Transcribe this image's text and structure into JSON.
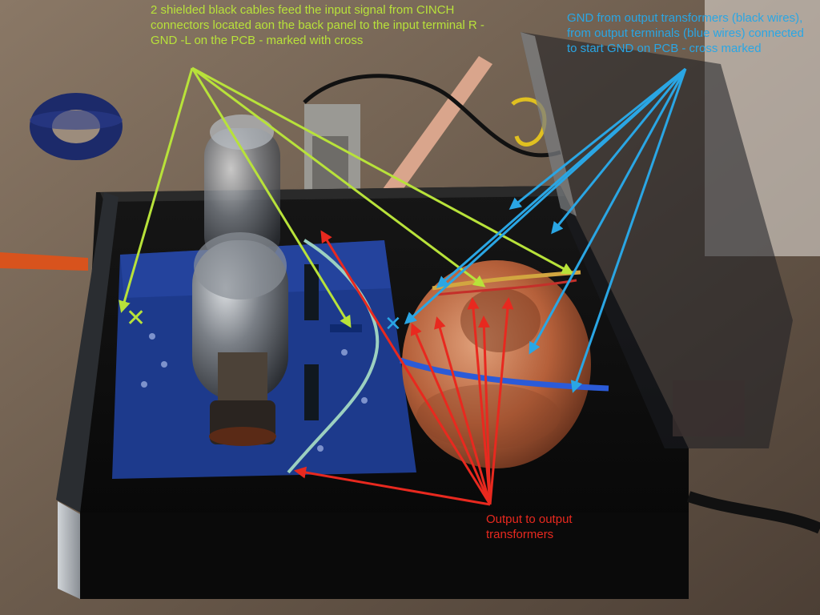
{
  "annotations": {
    "input_cables": {
      "text": "2 shielded black cables feed the input signal from CINCH connectors located aon the back panel to the input terminal R - GND -L on the PCB - marked with cross",
      "color": "#b8e23a"
    },
    "gnd_wires": {
      "text": "GND from output transformers (black wires), from output terminals (blue wires) connected to start GND on PCB - cross marked",
      "color": "#2aa6e4"
    },
    "output": {
      "text": "Output to output transformers",
      "color": "#e8291f"
    },
    "input_cross": "✕",
    "gnd_cross": "✕"
  },
  "icons": [
    "vacuum-tube-icon",
    "toroidal-transformer-icon",
    "pcb-board-icon",
    "tape-roll-icon"
  ]
}
